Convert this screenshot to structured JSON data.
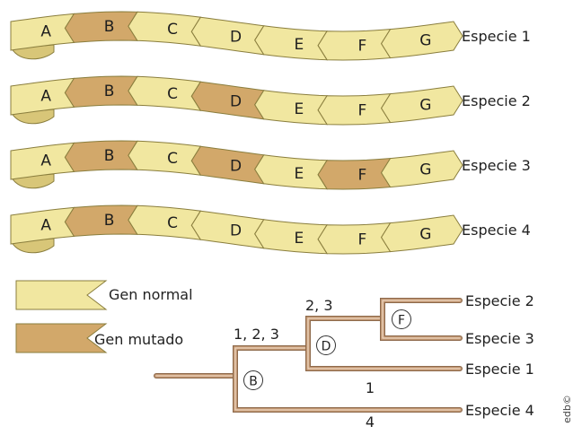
{
  "colors": {
    "normal": "#F1E7A0",
    "mutated": "#D2A86A",
    "fold_normal": "#D8C678",
    "fold_mutated": "#A8834A",
    "stroke": "#8A7E3E",
    "branch": "#CDA27D",
    "branch_edge": "#8E6A4C"
  },
  "genes": [
    "A",
    "B",
    "C",
    "D",
    "E",
    "F",
    "G"
  ],
  "species_ribbons": [
    {
      "label": "Especie 1",
      "mutated": [
        "B"
      ]
    },
    {
      "label": "Especie 2",
      "mutated": [
        "B",
        "D"
      ]
    },
    {
      "label": "Especie 3",
      "mutated": [
        "B",
        "D",
        "F"
      ]
    },
    {
      "label": "Especie 4",
      "mutated": [
        "B"
      ]
    }
  ],
  "legend": [
    {
      "key": "normal",
      "label": "Gen normal"
    },
    {
      "key": "mutated",
      "label": "Gen mutado"
    }
  ],
  "tree": {
    "node_labels": {
      "B": "B",
      "D": "D",
      "F": "F"
    },
    "branch_labels": {
      "root_up": "1, 2, 3",
      "d_up": "2, 3",
      "d_down": "1",
      "root_down": "4"
    },
    "leaves": {
      "e2": "Especie 2",
      "e3": "Especie 3",
      "e1": "Especie 1",
      "e4": "Especie 4"
    }
  },
  "watermark": "edb©"
}
